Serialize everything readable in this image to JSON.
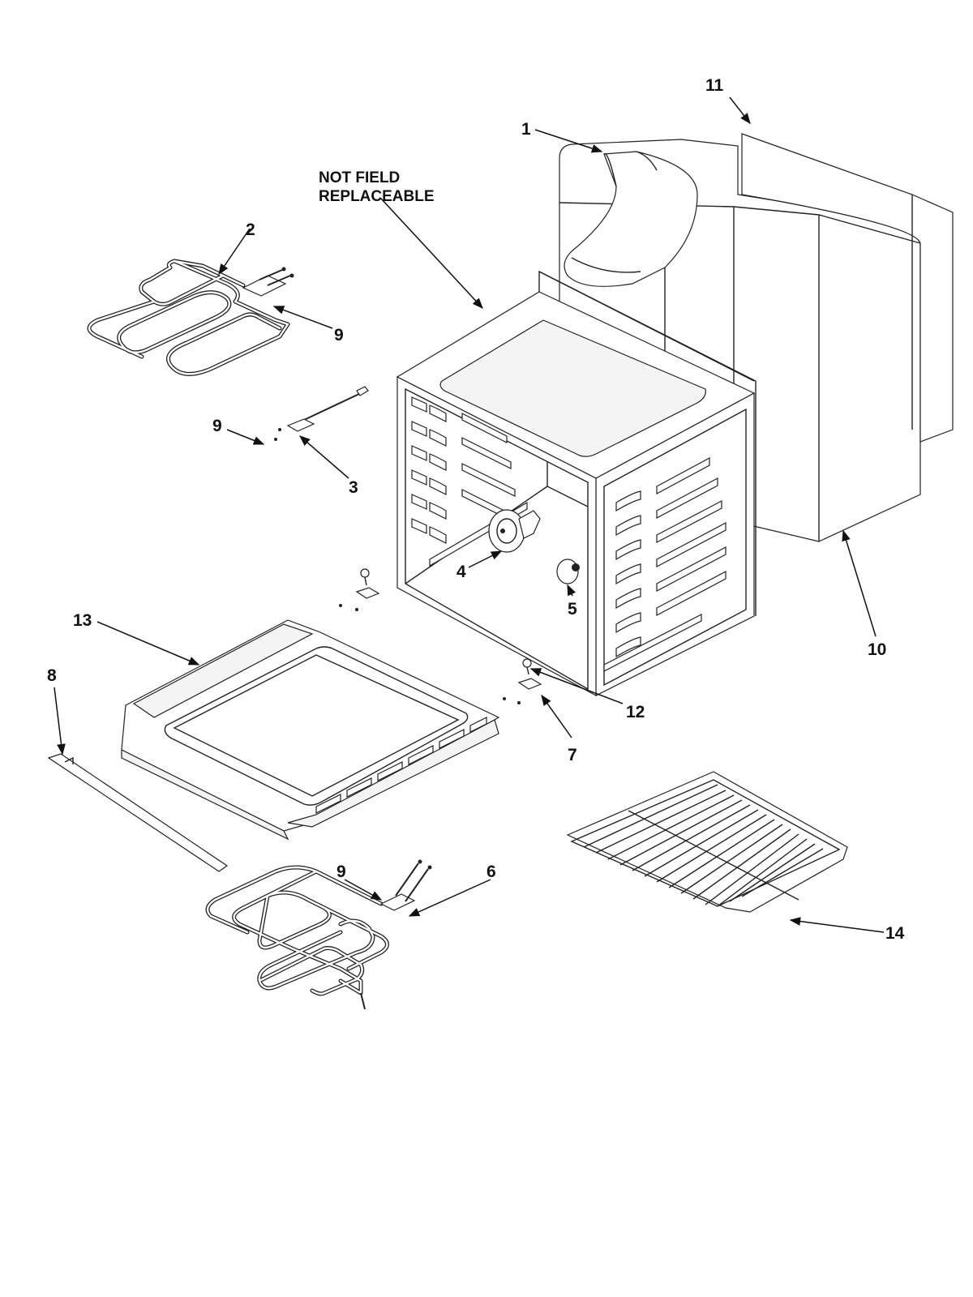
{
  "diagram": {
    "note_line1": "NOT FIELD",
    "note_line2": "REPLACEABLE",
    "callouts": {
      "p1": "1",
      "p2": "2",
      "p3": "3",
      "p4": "4",
      "p5": "5",
      "p6": "6",
      "p7": "7",
      "p8": "8",
      "p9a": "9",
      "p9b": "9",
      "p9c": "9",
      "p10": "10",
      "p11": "11",
      "p12": "12",
      "p13": "13",
      "p14": "14"
    },
    "icons": {
      "broil_element": "coil-element-icon",
      "bake_element": "coil-element-icon",
      "oven_rack": "wire-rack-icon"
    }
  }
}
